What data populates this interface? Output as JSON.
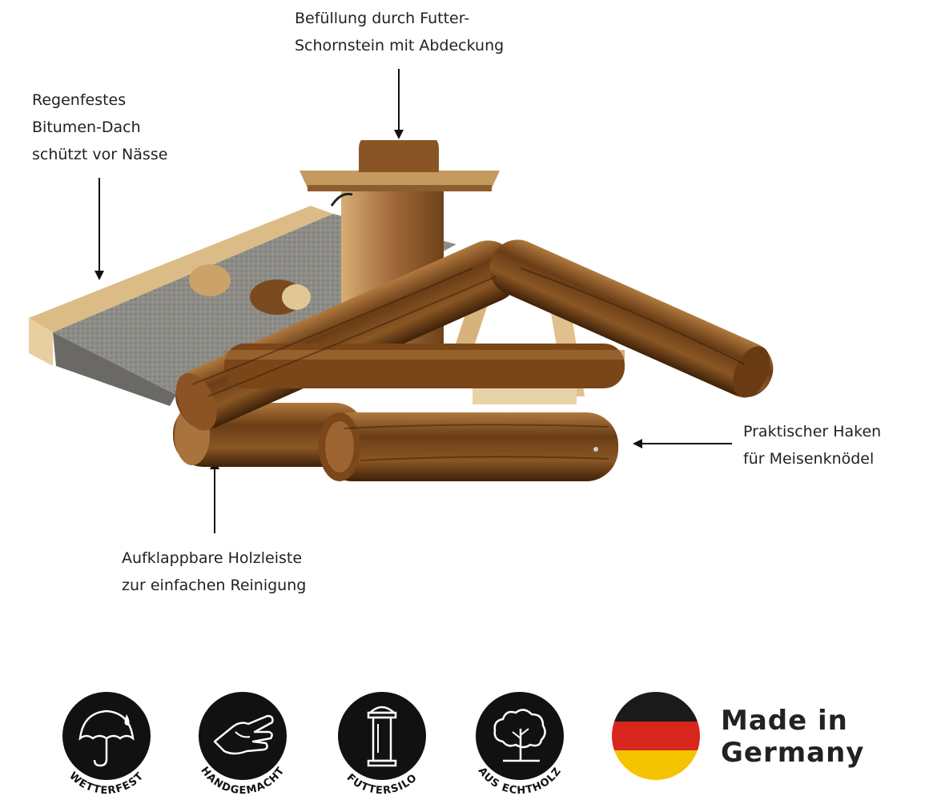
{
  "callouts": {
    "chimney": {
      "line1": "Befüllung durch Futter-",
      "line2": "Schornstein mit Abdeckung"
    },
    "roof": {
      "line1": "Regenfestes",
      "line2": "Bitumen-Dach",
      "line3": "schützt vor Nässe"
    },
    "hook": {
      "line1": "Praktischer Haken",
      "line2": "für Meisenknödel"
    },
    "strip": {
      "line1": "Aufklappbare Holzleiste",
      "line2": "zur einfachen Reinigung"
    }
  },
  "features": [
    {
      "label": "WETTERFEST",
      "icon": "umbrella-icon"
    },
    {
      "label": "HANDGEMACHT",
      "icon": "hand-icon"
    },
    {
      "label": "FUTTERSILO",
      "icon": "feeder-silo-icon"
    },
    {
      "label": "AUS ECHTHOLZ",
      "icon": "tree-icon"
    }
  ],
  "origin": {
    "line1": "Made in",
    "line2": "Germany",
    "flag_colors": [
      "#1a1a1a",
      "#d8261c",
      "#f5c400"
    ]
  },
  "colors": {
    "wood_dark": "#5a3312",
    "wood_mid": "#9a6430",
    "wood_light": "#d9b27c",
    "roof_felt": "#8a8a86"
  }
}
